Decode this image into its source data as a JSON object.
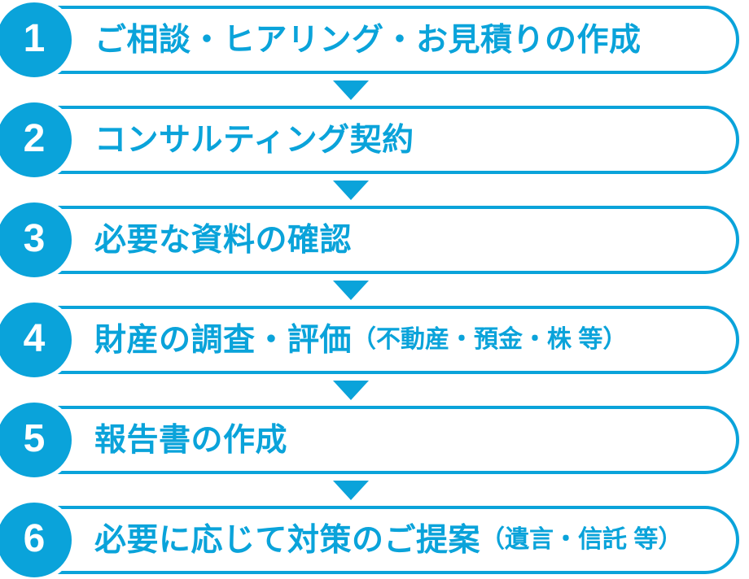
{
  "diagram": {
    "type": "process-flow",
    "direction": "top-to-bottom",
    "colors": {
      "accent": "#0aa3da",
      "step_number_text": "#ffffff",
      "pill_background": "#ffffff"
    },
    "connector_icon": "arrow-down-icon",
    "steps": [
      {
        "number": "1",
        "label": "ご相談・ヒアリング・お見積りの作成",
        "note": ""
      },
      {
        "number": "2",
        "label": "コンサルティング契約",
        "note": ""
      },
      {
        "number": "3",
        "label": "必要な資料の確認",
        "note": ""
      },
      {
        "number": "4",
        "label": "財産の調査・評価",
        "note": "（不動産・預金・株 等）"
      },
      {
        "number": "5",
        "label": "報告書の作成",
        "note": ""
      },
      {
        "number": "6",
        "label": "必要に応じて対策のご提案",
        "note": "（遺言・信託 等）"
      }
    ]
  }
}
